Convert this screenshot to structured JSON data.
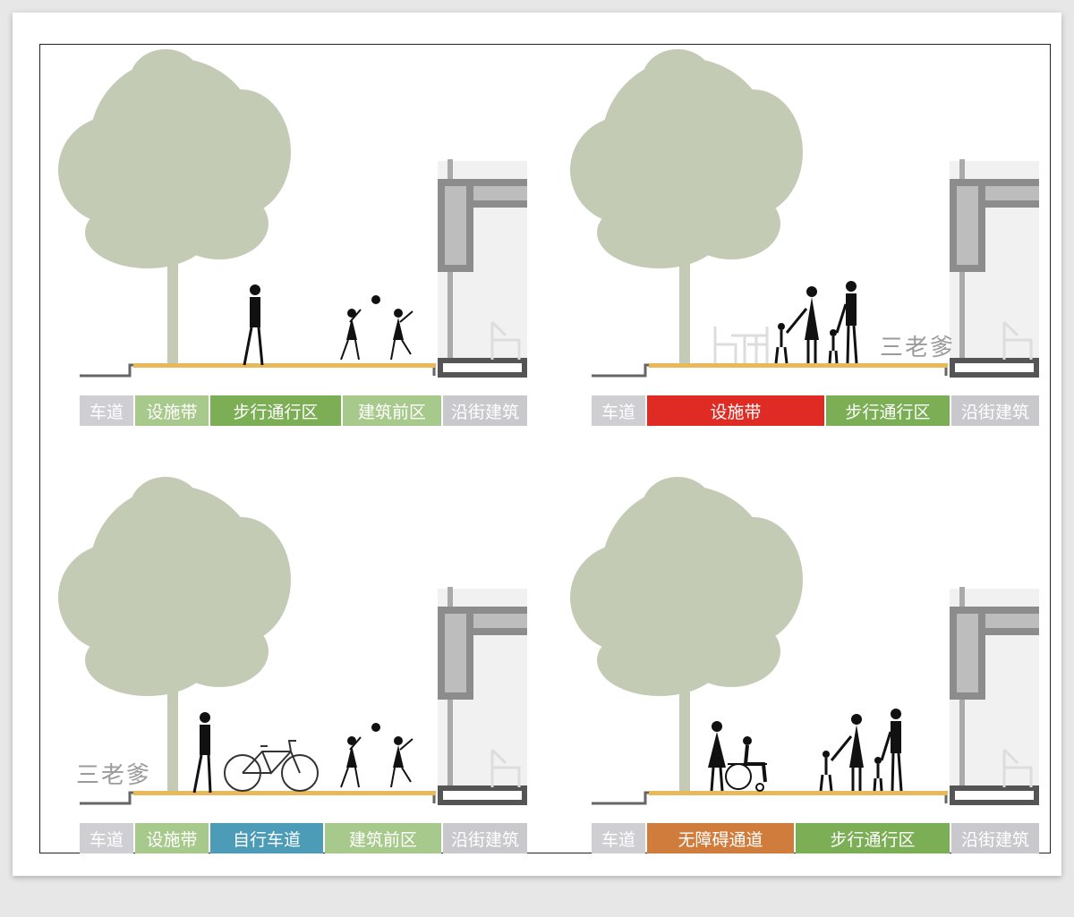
{
  "panels": [
    {
      "legend": [
        {
          "label": "车道",
          "color": "#cfcfd3"
        },
        {
          "label": "设施带",
          "color": "#a8c98c"
        },
        {
          "label": "步行通行区",
          "color": "#7cae55"
        },
        {
          "label": "建筑前区",
          "color": "#a8c98c"
        },
        {
          "label": "沿街建筑",
          "color": "#c9c9cd"
        }
      ]
    },
    {
      "legend": [
        {
          "label": "车道",
          "color": "#cfcfd3"
        },
        {
          "label": "设施带",
          "color": "#e02b24"
        },
        {
          "label": "步行通行区",
          "color": "#7cae55"
        },
        {
          "label": "沿街建筑",
          "color": "#c9c9cd"
        }
      ],
      "watermark": "三老爹"
    },
    {
      "legend": [
        {
          "label": "车道",
          "color": "#cfcfd3"
        },
        {
          "label": "设施带",
          "color": "#a8c98c"
        },
        {
          "label": "自行车道",
          "color": "#4c9cb8"
        },
        {
          "label": "建筑前区",
          "color": "#a8c98c"
        },
        {
          "label": "沿街建筑",
          "color": "#c9c9cd"
        }
      ],
      "watermark": "三老爹"
    },
    {
      "legend": [
        {
          "label": "车道",
          "color": "#cfcfd3"
        },
        {
          "label": "无障碍通道",
          "color": "#cf7c3c"
        },
        {
          "label": "步行通行区",
          "color": "#7cae55"
        },
        {
          "label": "沿街建筑",
          "color": "#c9c9cd"
        }
      ]
    }
  ],
  "colors": {
    "tree": "#c4cbb5",
    "path": "#e8b95a",
    "building": "#8c8c8c",
    "building_fill": "#bdbdbd",
    "figure": "#111111"
  },
  "icons": [
    "tree-icon",
    "person-icon",
    "bicycle-icon",
    "wheelchair-icon",
    "chair-icon",
    "ball-icon"
  ]
}
